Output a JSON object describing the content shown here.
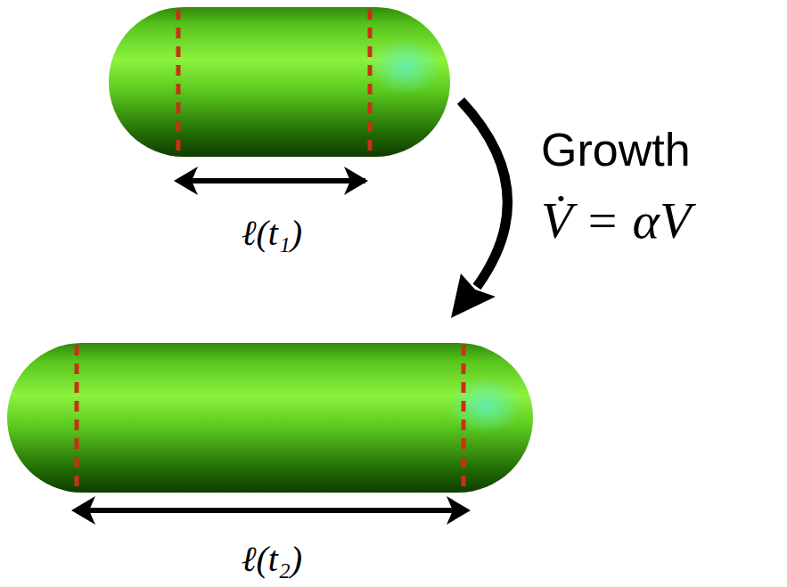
{
  "diagram": {
    "labels": [
      "ℓ(t₁)",
      "ℓ(t₂)",
      "Growth",
      "V̇ = αV"
    ]
  }
}
